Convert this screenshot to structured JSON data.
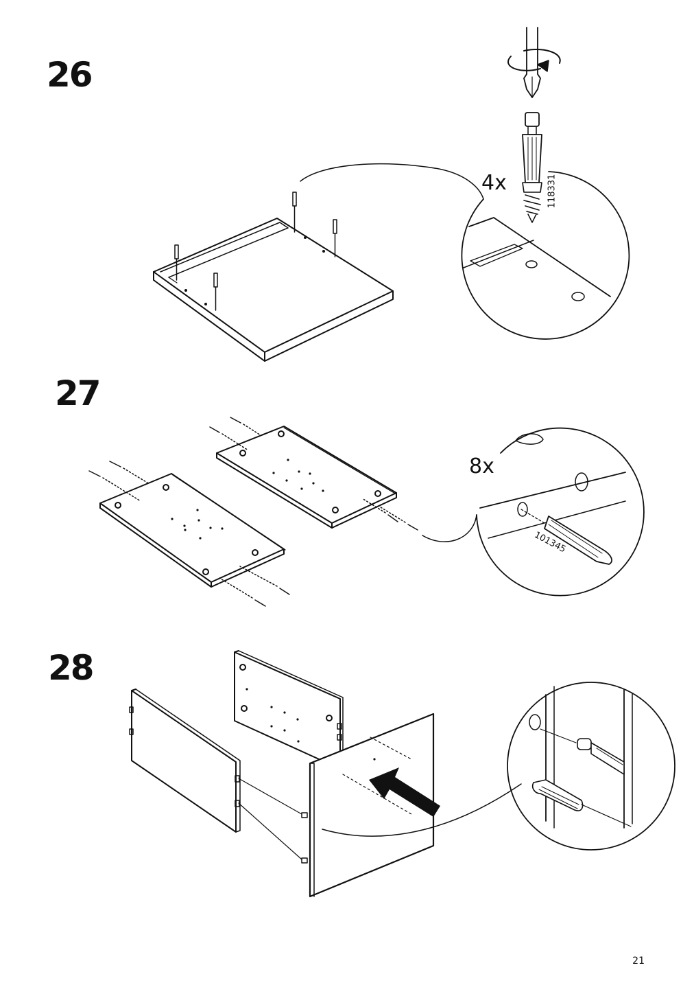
{
  "page": {
    "number": "21"
  },
  "steps": [
    {
      "number": "26",
      "quantity": "4x",
      "part_number": "118331"
    },
    {
      "number": "27",
      "quantity": "8x",
      "part_number": "101345"
    },
    {
      "number": "28"
    }
  ]
}
